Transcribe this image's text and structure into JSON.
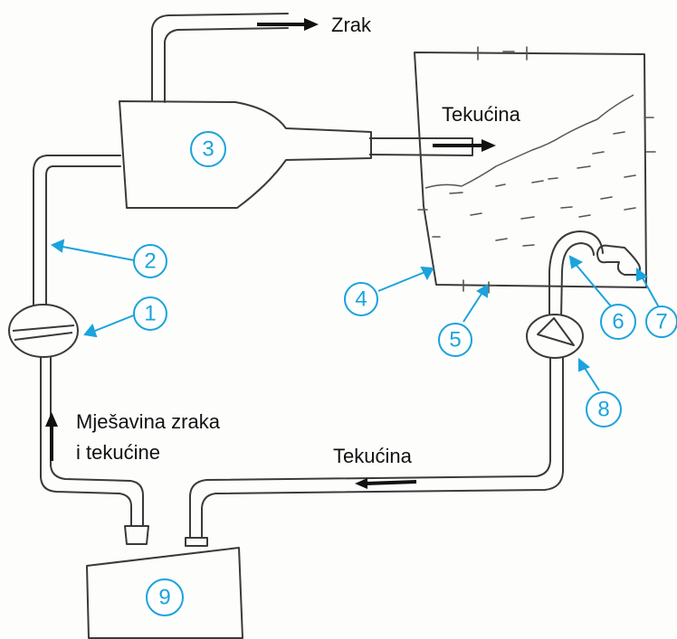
{
  "labels": {
    "air": "Zrak",
    "liquid_top": "Tekućina",
    "mixture_line1": "Mješavina zraka",
    "mixture_line2": "i tekućine",
    "liquid_bottom": "Tekućina"
  },
  "callouts": [
    "1",
    "2",
    "3",
    "4",
    "5",
    "6",
    "7",
    "8",
    "9"
  ],
  "colors": {
    "callout": "#1aa3dd",
    "ink": "#3a3a3a",
    "text": "#111111"
  }
}
